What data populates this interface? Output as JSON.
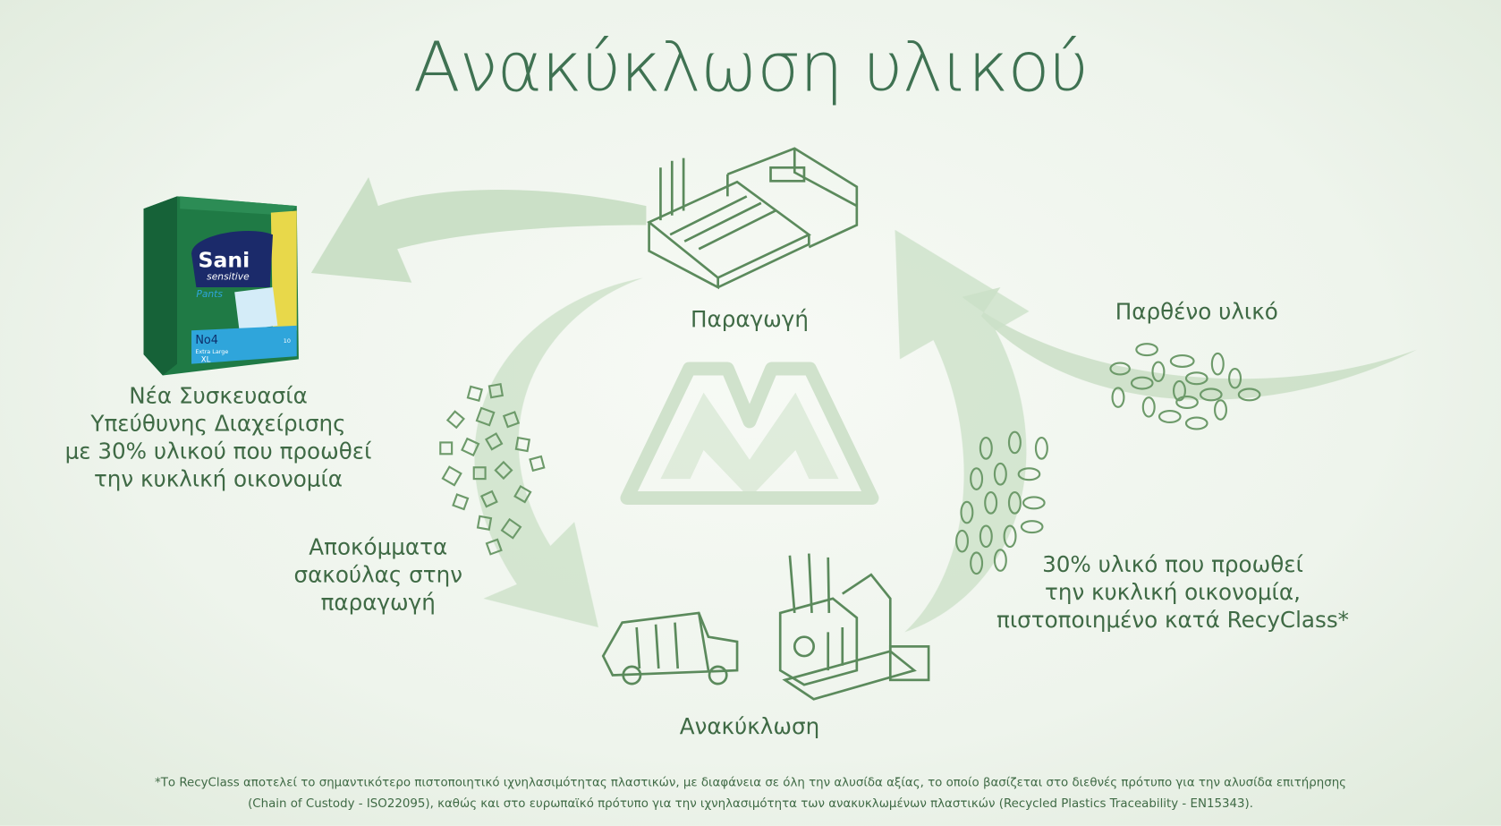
{
  "title": "Ανακύκλωση υλικού",
  "labels": {
    "production": "Παραγωγή",
    "virgin": "Παρθένο υλικό",
    "package": [
      "Νέα Συσκευασία",
      "Υπεύθυνης Διαχείρισης",
      "με 30% υλικού που προωθεί",
      "την κυκλική οικονομία"
    ],
    "scraps": [
      "Αποκόμματα",
      "σακούλας στην",
      "παραγωγή"
    ],
    "recycling": "Ανακύκλωση",
    "recycled": [
      "30% υλικό που προωθεί",
      "την κυκλική οικονομία,",
      "πιστοποιημένο κατά RecyClass*"
    ]
  },
  "product": {
    "brand": "Sani",
    "line": "sensitive",
    "type": "Pants",
    "size": "No4",
    "size_name": "Extra Large",
    "size_code": "XL",
    "count": "10"
  },
  "footnote": [
    "*Το RecyClass αποτελεί το σημαντικότερο πιστοποιητικό ιχνηλασιμότητας πλαστικών, με διαφάνεια σε όλη την αλυσίδα αξίας, το οποίο βασίζεται στο διεθνές πρότυπο για την αλυσίδα επιτήρησης",
    "(Chain of Custody - ISO22095), καθώς και στο ευρωπαϊκό πρότυπο για την ιχνηλασιμότητα των ανακυκλωμένων πλαστικών (Recycled Plastics Traceability - EN15343)."
  ],
  "colors": {
    "text": "#3f6a45",
    "arrow": "#c4dcc0",
    "icon": "#5b8a5c",
    "package": "#1f7a45"
  }
}
